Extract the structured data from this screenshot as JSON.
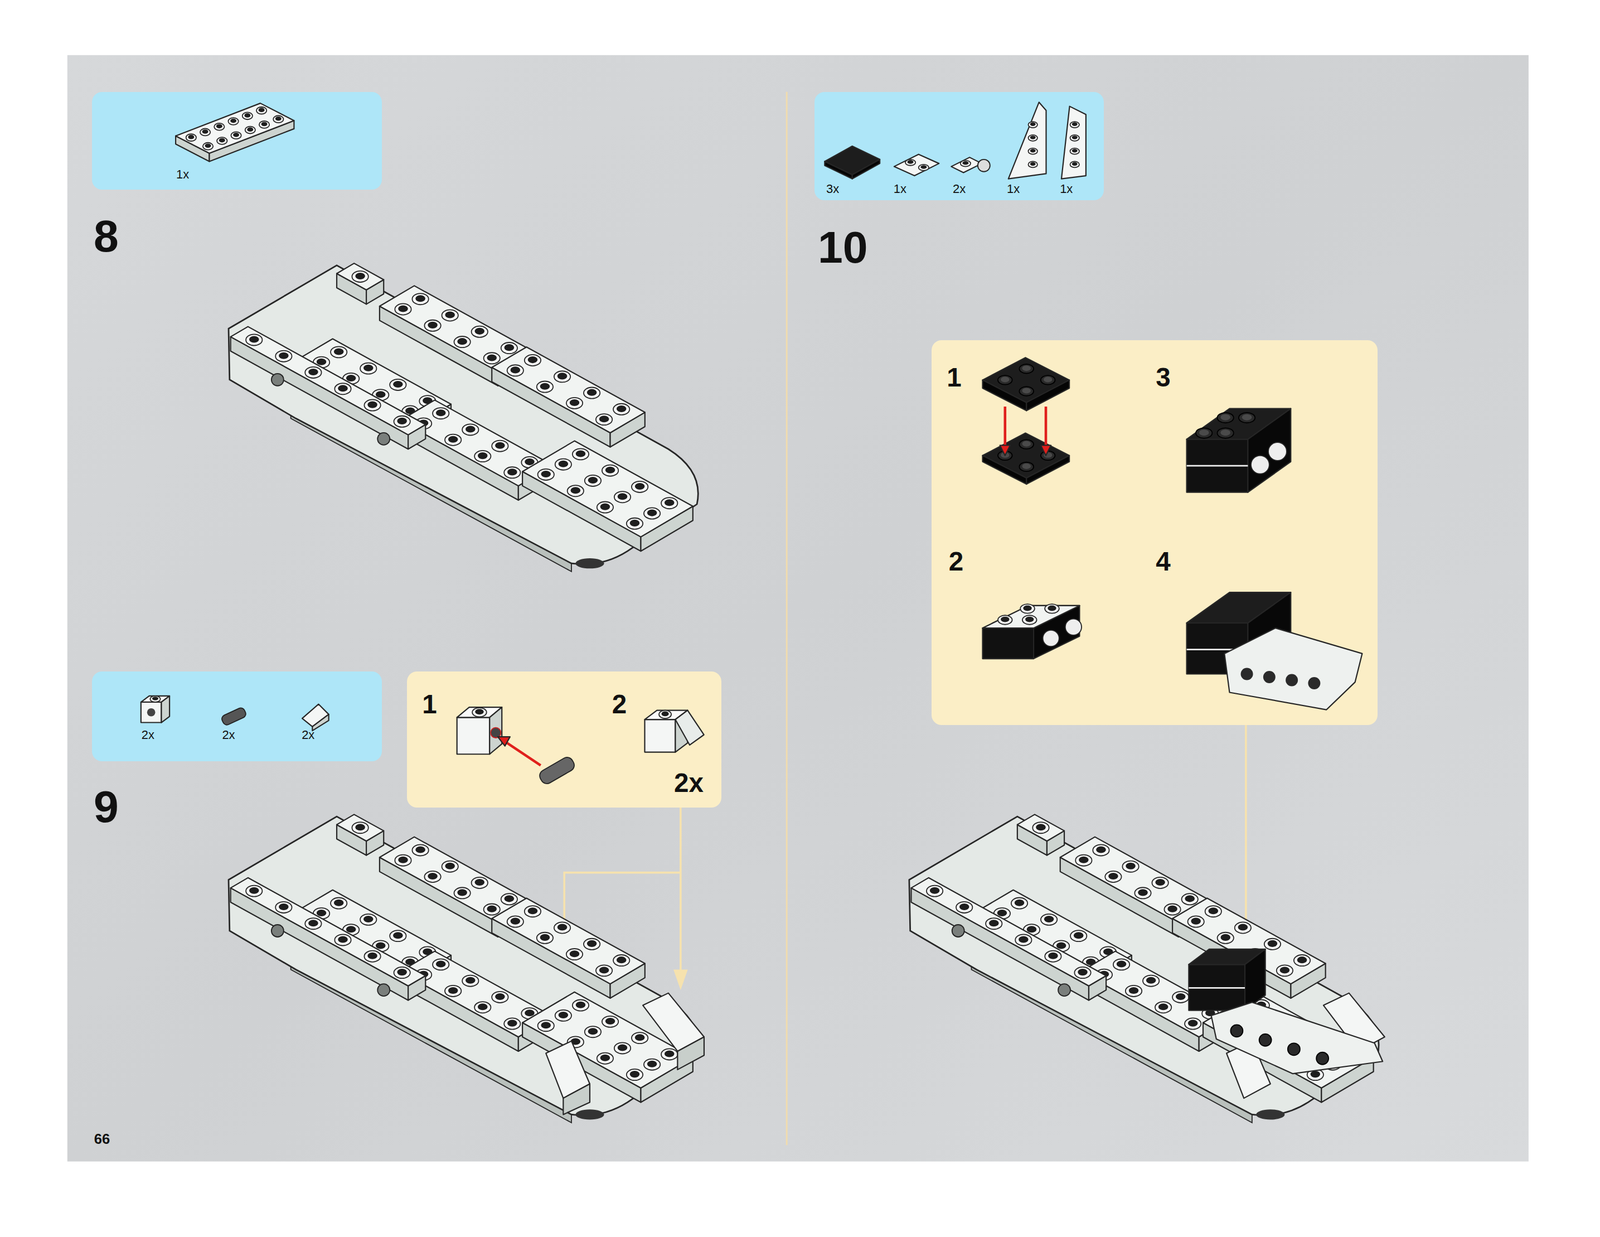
{
  "diagram": {
    "nodes": [
      {
        "text": [
          "1x"
        ]
      },
      {
        "text": [
          "2x",
          "2x",
          "2x"
        ]
      },
      {
        "text": [
          "1",
          "2",
          "2x"
        ]
      },
      {
        "text": [
          "3x",
          "1x",
          "2x",
          "1x",
          "1x"
        ]
      },
      {
        "text": [
          "1",
          "3",
          "2",
          "4"
        ]
      }
    ],
    "labels": [
      "8",
      "9",
      "10",
      "66"
    ]
  }
}
